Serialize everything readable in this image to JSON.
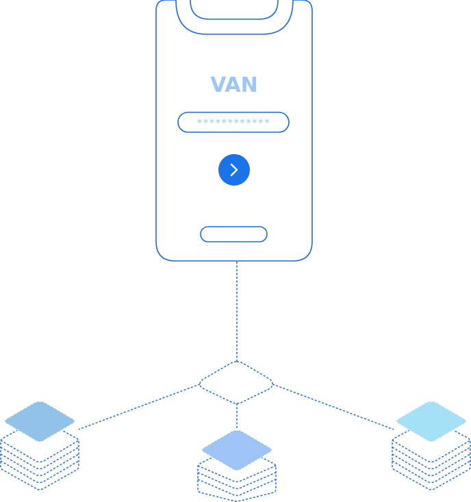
{
  "phone": {
    "app_title": "VAN",
    "password_value": "************",
    "submit_icon": "chevron-right-icon"
  },
  "network": {
    "nodes": [
      {
        "name": "left",
        "top_color": "#93c2e8"
      },
      {
        "name": "center",
        "top_color": "#9ec3f5"
      },
      {
        "name": "right",
        "top_color": "#a5e0f7"
      }
    ]
  },
  "colors": {
    "stroke": "#1a6ae0",
    "title": "#9cc7f4",
    "password_text": "#b5d3f5",
    "button": "#1a73e8",
    "button_icon": "#ffffff"
  }
}
